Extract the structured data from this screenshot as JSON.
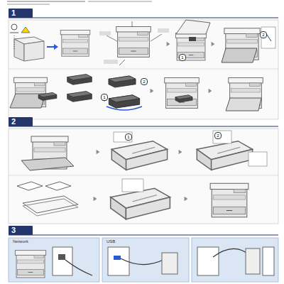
{
  "diagram": {
    "nodes": [
      {
        "text": [
          "1"
        ]
      },
      {
        "text": [
          "2"
        ]
      },
      {
        "text": [
          "3"
        ]
      }
    ],
    "labels": [
      "1",
      "2",
      "1",
      "2",
      "1",
      "2",
      "Network",
      "USB"
    ]
  }
}
